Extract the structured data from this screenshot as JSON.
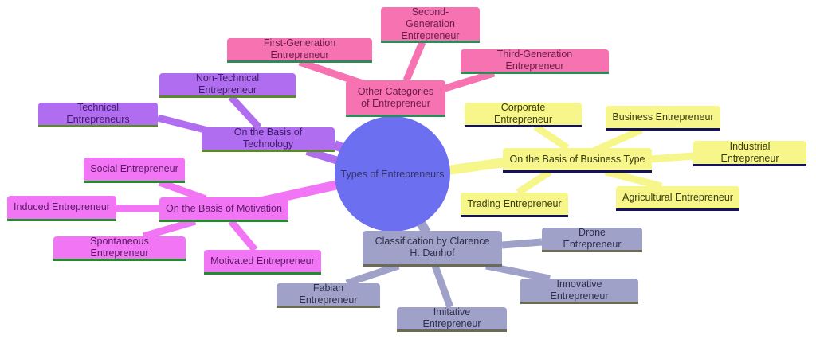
{
  "diagram": {
    "type": "mindmap",
    "root": {
      "label": "Types of Entrepreneurs",
      "color": "#6b6ff0"
    },
    "branches": [
      {
        "id": "other",
        "label": "Other Categories of Entrepreneur",
        "color": "#f672b0",
        "children": [
          "First-Generation Entrepreneur",
          "Second-Generation Entrepreneur",
          "Third-Generation Entrepreneur"
        ]
      },
      {
        "id": "technology",
        "label": "On the Basis of Technology",
        "color": "#b16df0",
        "children": [
          "Non-Technical Entrepreneur",
          "Technical Entrepreneurs"
        ]
      },
      {
        "id": "motivation",
        "label": "On the Basis of Motivation",
        "color": "#f275f5",
        "children": [
          "Social Entrepreneur",
          "Induced Entrepreneur",
          "Spontaneous Entrepreneur",
          "Motivated Entrepreneur"
        ]
      },
      {
        "id": "business",
        "label": "On the Basis of Business Type",
        "color": "#f6f68a",
        "children": [
          "Corporate Entrepreneur",
          "Business Entrepreneur",
          "Industrial Entrepreneur",
          "Agricultural Entrepreneur",
          "Trading Entrepreneur"
        ]
      },
      {
        "id": "danhof",
        "label": "Classification by Clarence H. Danhof",
        "color": "#a0a1c8",
        "children": [
          "Drone Entrepreneur",
          "Innovative Entrepreneur",
          "Imitative Entrepreneur",
          "Fabian Entrepreneur"
        ]
      }
    ]
  }
}
